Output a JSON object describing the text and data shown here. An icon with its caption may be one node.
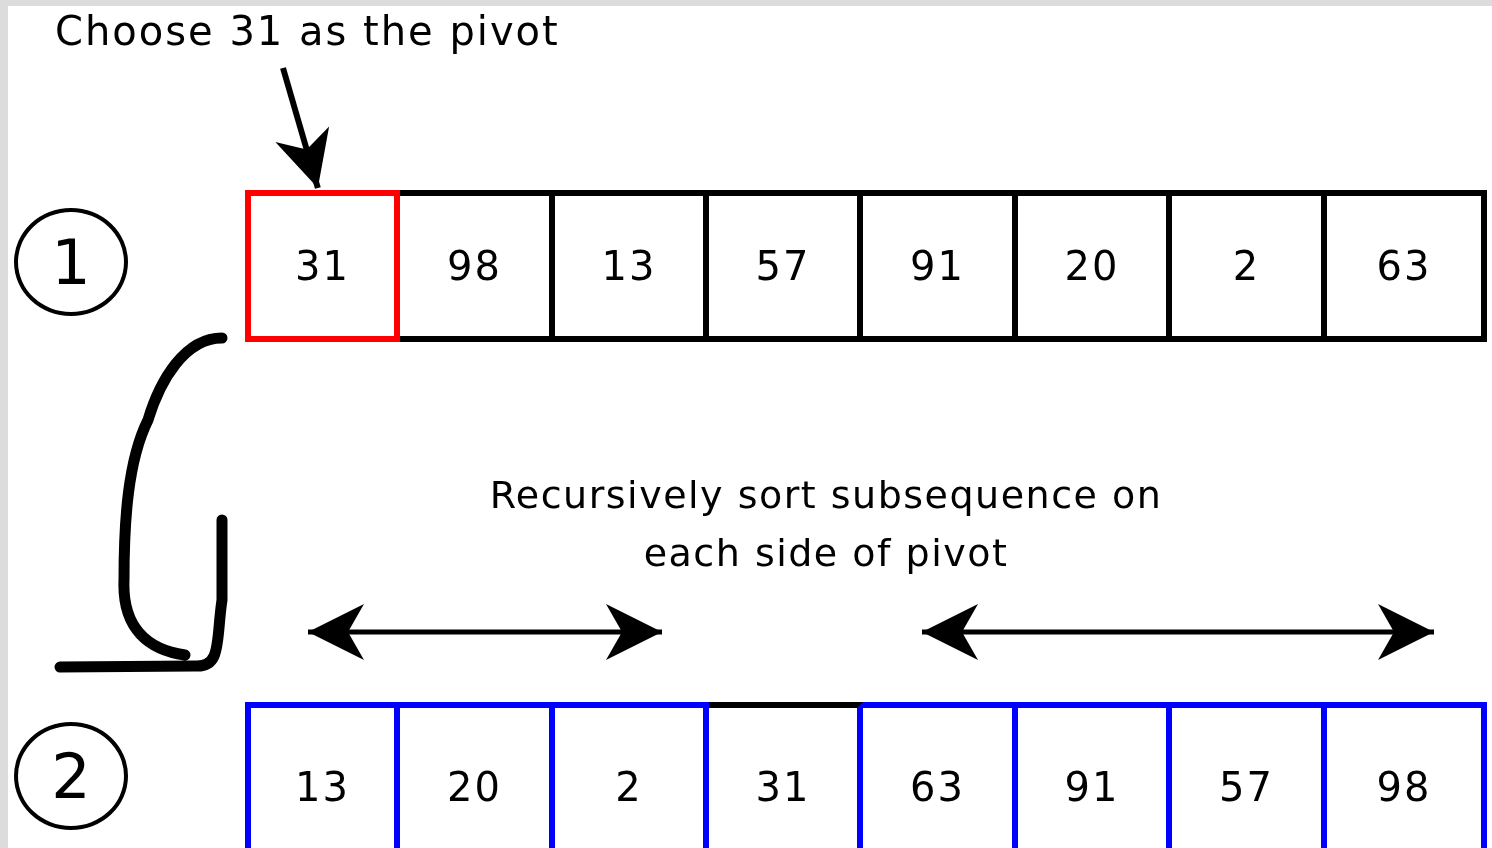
{
  "diagram": {
    "nodes": [
      {
        "text": [
          "Choose 31 as the pivot"
        ]
      },
      {
        "text": [
          "1"
        ]
      },
      {
        "text": [
          "31"
        ]
      },
      {
        "text": [
          "98"
        ]
      },
      {
        "text": [
          "13"
        ]
      },
      {
        "text": [
          "57"
        ]
      },
      {
        "text": [
          "91"
        ]
      },
      {
        "text": [
          "20"
        ]
      },
      {
        "text": [
          "2"
        ]
      },
      {
        "text": [
          "63"
        ]
      },
      {
        "text": [
          "2"
        ]
      },
      {
        "text": [
          "13"
        ]
      },
      {
        "text": [
          "20"
        ]
      },
      {
        "text": [
          "2"
        ]
      },
      {
        "text": [
          "31"
        ]
      },
      {
        "text": [
          "63"
        ]
      },
      {
        "text": [
          "91"
        ]
      },
      {
        "text": [
          "57"
        ]
      },
      {
        "text": [
          "98"
        ]
      }
    ],
    "edges": [
      {
        "from": 0,
        "to": 2,
        "arrow": "to"
      }
    ],
    "labels": [
      "Recursively sort subsequence on each side of pivot"
    ]
  }
}
